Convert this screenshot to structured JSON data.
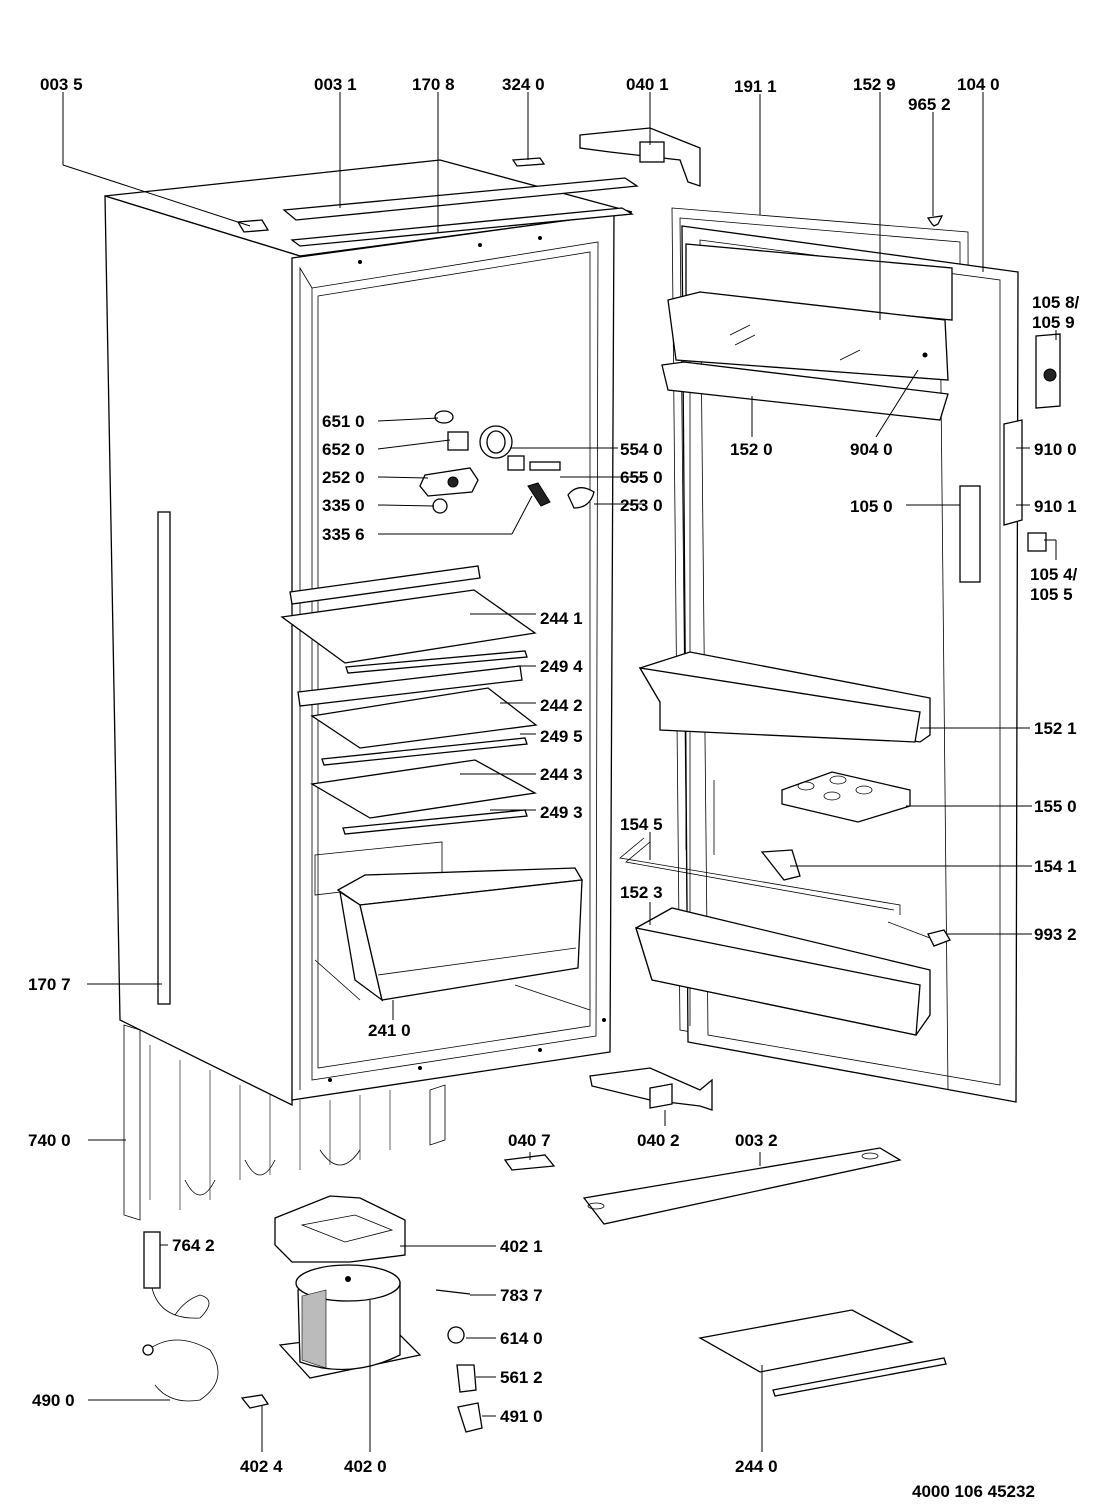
{
  "document_number": "4000 106 45232",
  "labels": [
    {
      "id": "003-5",
      "text": "003 5",
      "anchor": "start"
    },
    {
      "id": "003-1",
      "text": "003 1",
      "anchor": "start"
    },
    {
      "id": "170-8",
      "text": "170 8",
      "anchor": "start"
    },
    {
      "id": "324-0",
      "text": "324 0",
      "anchor": "start"
    },
    {
      "id": "040-1",
      "text": "040 1",
      "anchor": "start"
    },
    {
      "id": "191-1",
      "text": "191 1",
      "anchor": "start"
    },
    {
      "id": "152-9",
      "text": "152 9",
      "anchor": "start"
    },
    {
      "id": "104-0",
      "text": "104 0",
      "anchor": "start"
    },
    {
      "id": "965-2",
      "text": "965 2",
      "anchor": "start"
    },
    {
      "id": "105-8",
      "text": "105 8/",
      "anchor": "start"
    },
    {
      "id": "105-9",
      "text": "105 9",
      "anchor": "start"
    },
    {
      "id": "651-0",
      "text": "651 0",
      "anchor": "start"
    },
    {
      "id": "652-0",
      "text": "652 0",
      "anchor": "start"
    },
    {
      "id": "252-0",
      "text": "252 0",
      "anchor": "start"
    },
    {
      "id": "335-0",
      "text": "335 0",
      "anchor": "start"
    },
    {
      "id": "335-6",
      "text": "335 6",
      "anchor": "start"
    },
    {
      "id": "554-0",
      "text": "554 0",
      "anchor": "start"
    },
    {
      "id": "655-0",
      "text": "655 0",
      "anchor": "start"
    },
    {
      "id": "253-0",
      "text": "253 0",
      "anchor": "start"
    },
    {
      "id": "152-0",
      "text": "152 0",
      "anchor": "start"
    },
    {
      "id": "904-0",
      "text": "904 0",
      "anchor": "start"
    },
    {
      "id": "910-0",
      "text": "910 0",
      "anchor": "start"
    },
    {
      "id": "105-0",
      "text": "105 0",
      "anchor": "start"
    },
    {
      "id": "910-1",
      "text": "910 1",
      "anchor": "start"
    },
    {
      "id": "105-4",
      "text": "105 4/",
      "anchor": "start"
    },
    {
      "id": "105-5",
      "text": "105 5",
      "anchor": "start"
    },
    {
      "id": "244-1",
      "text": "244 1",
      "anchor": "start"
    },
    {
      "id": "249-4",
      "text": "249 4",
      "anchor": "start"
    },
    {
      "id": "244-2",
      "text": "244 2",
      "anchor": "start"
    },
    {
      "id": "249-5",
      "text": "249 5",
      "anchor": "start"
    },
    {
      "id": "244-3",
      "text": "244 3",
      "anchor": "start"
    },
    {
      "id": "249-3",
      "text": "249 3",
      "anchor": "start"
    },
    {
      "id": "152-1",
      "text": "152 1",
      "anchor": "start"
    },
    {
      "id": "155-0",
      "text": "155 0",
      "anchor": "start"
    },
    {
      "id": "154-5",
      "text": "154 5",
      "anchor": "start"
    },
    {
      "id": "154-1",
      "text": "154 1",
      "anchor": "start"
    },
    {
      "id": "152-3",
      "text": "152 3",
      "anchor": "start"
    },
    {
      "id": "993-2",
      "text": "993 2",
      "anchor": "start"
    },
    {
      "id": "170-7",
      "text": "170 7",
      "anchor": "start"
    },
    {
      "id": "241-0",
      "text": "241 0",
      "anchor": "start"
    },
    {
      "id": "740-0",
      "text": "740 0",
      "anchor": "start"
    },
    {
      "id": "040-7",
      "text": "040 7",
      "anchor": "start"
    },
    {
      "id": "040-2",
      "text": "040 2",
      "anchor": "start"
    },
    {
      "id": "003-2",
      "text": "003 2",
      "anchor": "start"
    },
    {
      "id": "764-2",
      "text": "764 2",
      "anchor": "start"
    },
    {
      "id": "402-1",
      "text": "402 1",
      "anchor": "start"
    },
    {
      "id": "783-7",
      "text": "783 7",
      "anchor": "start"
    },
    {
      "id": "614-0",
      "text": "614 0",
      "anchor": "start"
    },
    {
      "id": "561-2",
      "text": "561 2",
      "anchor": "start"
    },
    {
      "id": "491-0",
      "text": "491 0",
      "anchor": "start"
    },
    {
      "id": "490-0",
      "text": "490 0",
      "anchor": "start"
    },
    {
      "id": "402-4",
      "text": "402 4",
      "anchor": "start"
    },
    {
      "id": "402-0",
      "text": "402 0",
      "anchor": "start"
    },
    {
      "id": "244-0",
      "text": "244 0",
      "anchor": "start"
    }
  ]
}
